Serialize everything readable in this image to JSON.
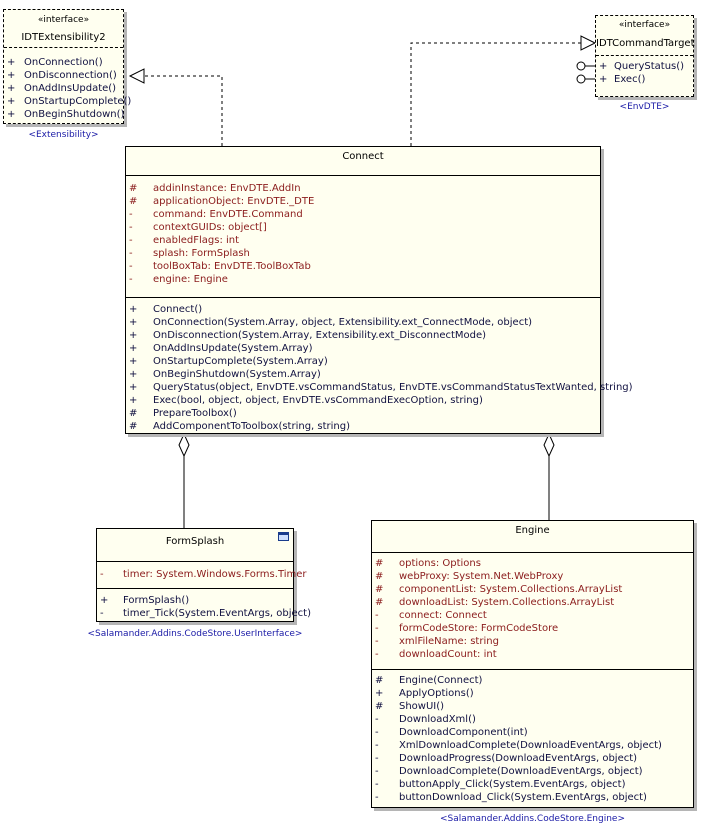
{
  "interface_stereotype": "«interface»",
  "classes": {
    "idtextensibility2": {
      "name": "IDTExtensibility2",
      "package": "<Extensibility>",
      "operations": [
        {
          "vis": "+",
          "text": "OnConnection()"
        },
        {
          "vis": "+",
          "text": "OnDisconnection()"
        },
        {
          "vis": "+",
          "text": "OnAddInsUpdate()"
        },
        {
          "vis": "+",
          "text": "OnStartupComplete()"
        },
        {
          "vis": "+",
          "text": "OnBeginShutdown()"
        }
      ]
    },
    "idtcommandtarget": {
      "name": "IDTCommandTarget",
      "package": "<EnvDTE>",
      "operations": [
        {
          "vis": "+",
          "text": "QueryStatus()"
        },
        {
          "vis": "+",
          "text": "Exec()"
        }
      ]
    },
    "connect": {
      "name": "Connect",
      "attributes": [
        {
          "vis": "#",
          "text": "addinInstance:  EnvDTE.AddIn"
        },
        {
          "vis": "#",
          "text": "applicationObject:  EnvDTE._DTE"
        },
        {
          "vis": "-",
          "text": "command:  EnvDTE.Command"
        },
        {
          "vis": "-",
          "text": "contextGUIDs:  object[]"
        },
        {
          "vis": "-",
          "text": "enabledFlags:  int"
        },
        {
          "vis": "-",
          "text": "splash:  FormSplash"
        },
        {
          "vis": "-",
          "text": "toolBoxTab:  EnvDTE.ToolBoxTab"
        },
        {
          "vis": "-",
          "text": "engine:  Engine"
        }
      ],
      "operations": [
        {
          "vis": "+",
          "text": "Connect()"
        },
        {
          "vis": "+",
          "text": "OnConnection(System.Array, object, Extensibility.ext_ConnectMode, object)"
        },
        {
          "vis": "+",
          "text": "OnDisconnection(System.Array, Extensibility.ext_DisconnectMode)"
        },
        {
          "vis": "+",
          "text": "OnAddInsUpdate(System.Array)"
        },
        {
          "vis": "+",
          "text": "OnStartupComplete(System.Array)"
        },
        {
          "vis": "+",
          "text": "OnBeginShutdown(System.Array)"
        },
        {
          "vis": "+",
          "text": "QueryStatus(object, EnvDTE.vsCommandStatus, EnvDTE.vsCommandStatusTextWanted, string)"
        },
        {
          "vis": "+",
          "text": "Exec(bool, object, object, EnvDTE.vsCommandExecOption, string)"
        },
        {
          "vis": "#",
          "text": "PrepareToolbox()"
        },
        {
          "vis": "#",
          "text": "AddComponentToToolbox(string, string)"
        }
      ]
    },
    "formsplash": {
      "name": "FormSplash",
      "package": "<Salamander.Addins.CodeStore.UserInterface>",
      "attributes": [
        {
          "vis": "-",
          "text": "timer:  System.Windows.Forms.Timer"
        }
      ],
      "operations": [
        {
          "vis": "+",
          "text": "FormSplash()"
        },
        {
          "vis": "-",
          "text": "timer_Tick(System.EventArgs, object)"
        }
      ]
    },
    "engine": {
      "name": "Engine",
      "package": "<Salamander.Addins.CodeStore.Engine>",
      "attributes": [
        {
          "vis": "#",
          "text": "options:  Options"
        },
        {
          "vis": "#",
          "text": "webProxy:  System.Net.WebProxy"
        },
        {
          "vis": "#",
          "text": "componentList:  System.Collections.ArrayList"
        },
        {
          "vis": "#",
          "text": "downloadList:  System.Collections.ArrayList"
        },
        {
          "vis": "-",
          "text": "connect:  Connect"
        },
        {
          "vis": "-",
          "text": "formCodeStore:  FormCodeStore"
        },
        {
          "vis": "-",
          "text": "xmlFileName:  string"
        },
        {
          "vis": "-",
          "text": "downloadCount:  int"
        }
      ],
      "operations": [
        {
          "vis": "#",
          "text": "Engine(Connect)"
        },
        {
          "vis": "+",
          "text": "ApplyOptions()"
        },
        {
          "vis": "#",
          "text": "ShowUI()"
        },
        {
          "vis": "-",
          "text": "DownloadXml()"
        },
        {
          "vis": "-",
          "text": "DownloadComponent(int)"
        },
        {
          "vis": "-",
          "text": "XmlDownloadComplete(DownloadEventArgs, object)"
        },
        {
          "vis": "-",
          "text": "DownloadProgress(DownloadEventArgs, object)"
        },
        {
          "vis": "-",
          "text": "DownloadComplete(DownloadEventArgs, object)"
        },
        {
          "vis": "-",
          "text": "buttonApply_Click(System.EventArgs, object)"
        },
        {
          "vis": "-",
          "text": "buttonDownload_Click(System.EventArgs, object)"
        }
      ]
    }
  },
  "relationships": [
    {
      "type": "realization",
      "from": "connect",
      "to": "idtextensibility2"
    },
    {
      "type": "realization",
      "from": "connect",
      "to": "idtcommandtarget"
    },
    {
      "type": "aggregation",
      "whole": "connect",
      "part": "formsplash"
    },
    {
      "type": "aggregation",
      "whole": "connect",
      "part": "engine"
    }
  ]
}
